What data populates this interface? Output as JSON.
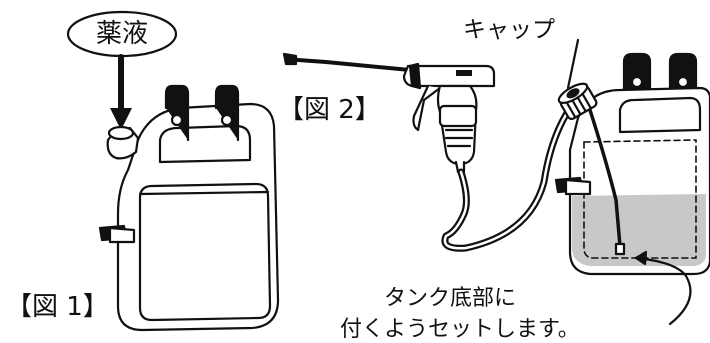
{
  "labels": {
    "liquid": "薬液",
    "figure1": "【図 1】",
    "figure2": "【図 2】",
    "cap": "キャップ",
    "note_line1": "タンク底部に",
    "note_line2": "付くようセットします。"
  },
  "colors": {
    "stroke": "#111111",
    "liquid_fill": "#c8c8c8",
    "background": "#ffffff"
  }
}
